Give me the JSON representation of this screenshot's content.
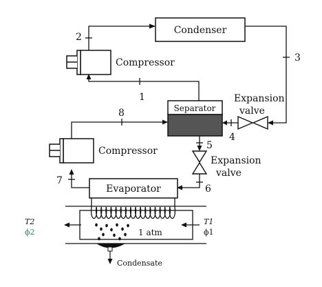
{
  "components": {
    "condenser": "Condenser",
    "compressor_high": "Compressor",
    "compressor_low": "Compressor",
    "separator": "Separator",
    "expansion_valve_1": "Expansion valve",
    "expansion_valve_2": "Expansion valve",
    "evaporator": "Evaporator"
  },
  "state_points": [
    "1",
    "2",
    "3",
    "4",
    "5",
    "6",
    "7",
    "8"
  ],
  "air_duct": {
    "outlet_temperature": "T2",
    "outlet_humidity": "ϕ2",
    "inlet_temperature": "T1",
    "inlet_humidity": "ϕ1",
    "pressure": "1 atm",
    "condensate": "Condensate"
  },
  "colors": {
    "line": "#111111",
    "liquid": "#555555",
    "humidity_label": "#2e8b57"
  }
}
